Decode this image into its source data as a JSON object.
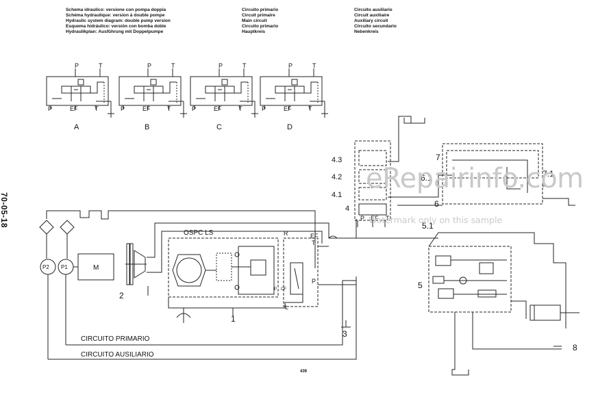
{
  "header": {
    "col1": [
      "Schema idraulico: versione con pompa doppia",
      "Schéma hydraulique: version à double pompe",
      "Hydraulic system diagram: double pump version",
      "Esquema hidráulico: versión con bomba doble",
      "Hydraulikplan: Ausführung mit Doppelpumpe"
    ],
    "col2": [
      "Circuito primario",
      "Circuit primaire",
      "Main circuit",
      "Circuito primario",
      "Hauptkreis"
    ],
    "col3": [
      "Circuito ausiliario",
      "Circuit auxiliaire",
      "Auxiliary circuit",
      "Circuito secundario",
      "Nebenkreis"
    ]
  },
  "side_code": "70-05-18",
  "page_number": "439",
  "watermark": {
    "logo": "eRepairinfo.com",
    "note": "Watermark only on this sample"
  },
  "variants": [
    {
      "letter": "A",
      "top_p": "P",
      "top_t": "T",
      "bot_p": "P",
      "bot_ef": "EF",
      "bot_t": "T"
    },
    {
      "letter": "B",
      "top_p": "P",
      "top_t": "T",
      "bot_p": "P",
      "bot_ef": "EF",
      "bot_t": "T"
    },
    {
      "letter": "C",
      "top_p": "P",
      "top_t": "T",
      "bot_p": "P",
      "bot_ef": "EF",
      "bot_t": "T"
    },
    {
      "letter": "D",
      "top_p": "P",
      "top_t": "T",
      "bot_p": "P",
      "bot_ef": "EF",
      "bot_t": "T"
    }
  ],
  "main": {
    "circuit_primary": "CIRCUITO PRIMARIO",
    "circuit_aux": "CIRCUITO AUSILIARIO",
    "ospc": "OSPC LS",
    "motor": "M",
    "pump1": "P1",
    "pump2": "P2",
    "callout_1": "1",
    "callout_2": "2",
    "callout_3": "3",
    "port_r": "R",
    "port_ef": "EF",
    "port_t": "T",
    "port_p": "P",
    "port_l": "L",
    "port_cf": "CF",
    "port_p_small": "P"
  },
  "right": {
    "n4_3": "4.3",
    "n4_2": "4.2",
    "n4_1": "4.1",
    "n4": "4",
    "p": "P",
    "ef": "EF",
    "t": "T",
    "n7": "7",
    "n7_1": "7.1",
    "n6_1": "6.1",
    "n6": "6",
    "n5_1": "5.1",
    "n5": "5",
    "n8": "8"
  }
}
